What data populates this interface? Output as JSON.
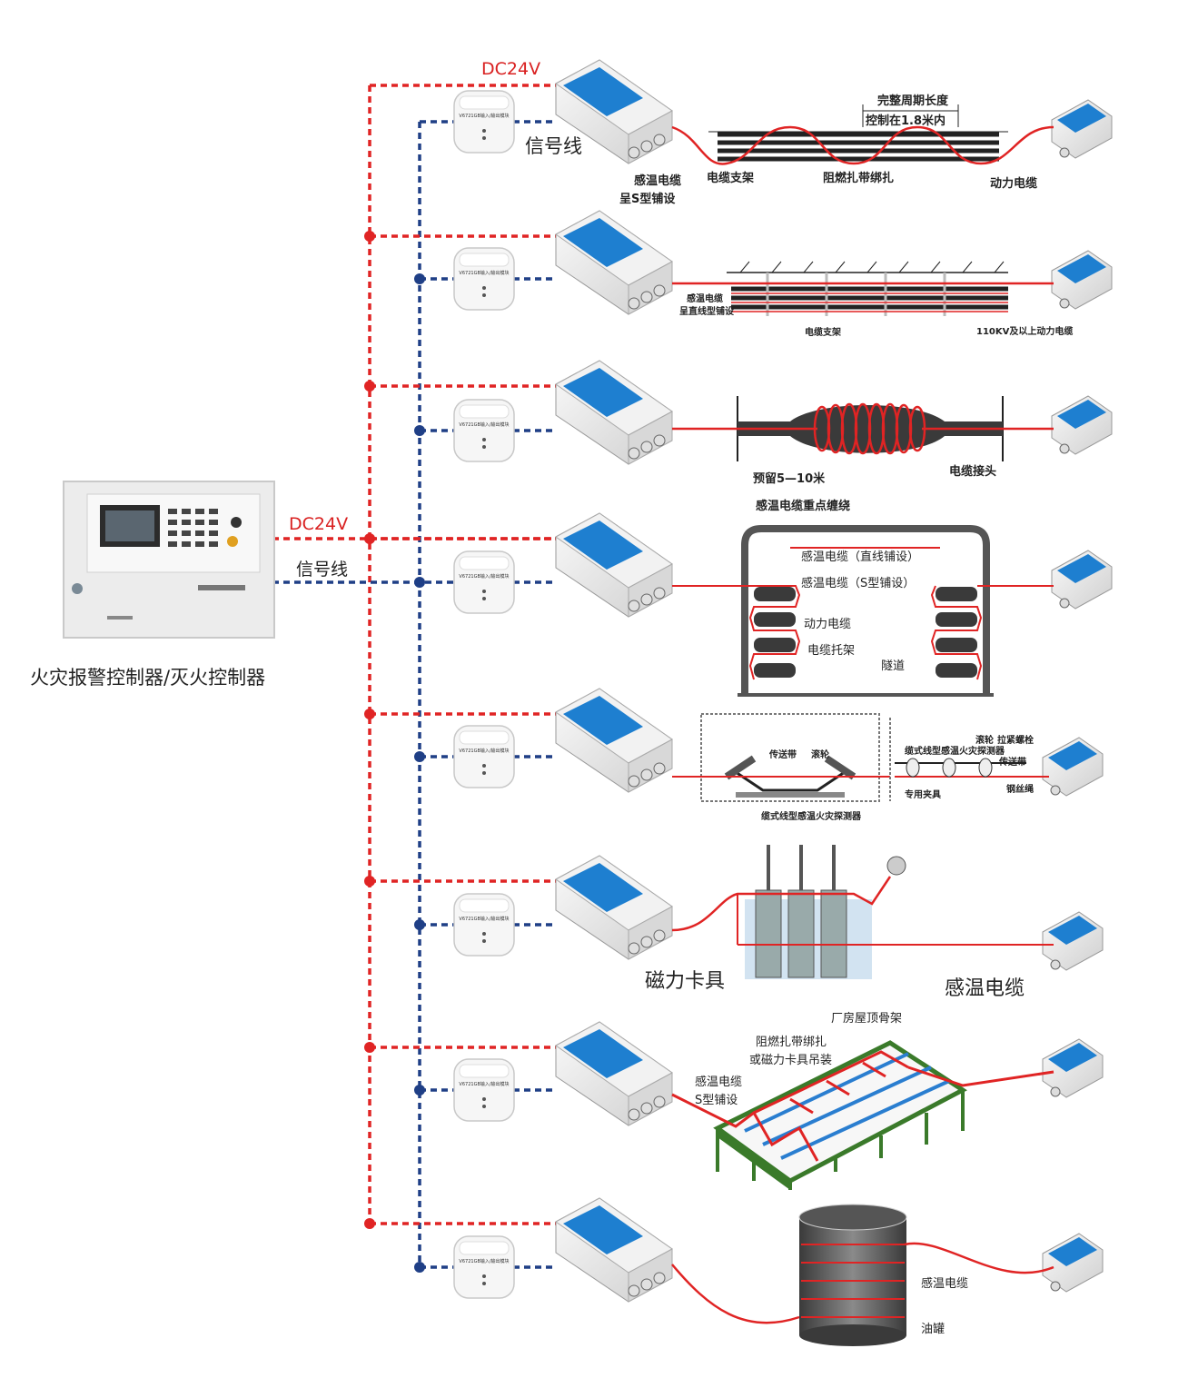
{
  "controller": {
    "caption": "火灾报警控制器/灭火控制器",
    "power_label": "DC24V",
    "signal_label": "信号线"
  },
  "top": {
    "power_label": "DC24V",
    "signal_label": "信号线"
  },
  "module": {
    "label": "V6721GB输入/输出模块"
  },
  "scenes": {
    "s1": {
      "title1": "完整周期长度",
      "title2": "控制在1.8米内",
      "cable_s": "感温电缆",
      "cable_s2": "呈S型铺设",
      "support": "电缆支架",
      "tie": "阻燃扎带绑扎",
      "power": "动力电缆"
    },
    "s2": {
      "cable": "感温电缆",
      "cable2": "呈直线型铺设",
      "support": "电缆支架",
      "hv": "110KV及以上动力电缆"
    },
    "s3": {
      "reserve": "预留5—10米",
      "reserve2": "感温电缆重点缠绕",
      "joint": "电缆接头"
    },
    "s4": {
      "straight": "感温电缆（直线铺设）",
      "s_type": "感温电缆（S型铺设）",
      "power": "动力电缆",
      "tray": "电缆托架",
      "tunnel": "隧道"
    },
    "s5": {
      "belt": "传送带",
      "roller": "滚轮",
      "detector": "缆式线型感温火灾探测器",
      "detector2": "缆式线型感温火灾探测器",
      "roller2": "滚轮",
      "tension": "拉紧螺栓",
      "belt2": "传送带",
      "clamp": "专用夹具",
      "wire": "钢丝绳"
    },
    "s6": {
      "clamp": "磁力卡具",
      "cable": "感温电缆"
    },
    "s7": {
      "roof": "厂房屋顶骨架",
      "tie": "阻燃扎带绑扎",
      "tie2": "或磁力卡具吊装",
      "cable": "感温电缆",
      "cable2": "S型铺设"
    },
    "s8": {
      "cable": "感温电缆",
      "tank": "油罐"
    }
  },
  "colors": {
    "power_line": "#e02424",
    "signal_line": "#1f3f86",
    "module_blue": "#1e7fd0",
    "sensor_cable": "#e02424"
  }
}
